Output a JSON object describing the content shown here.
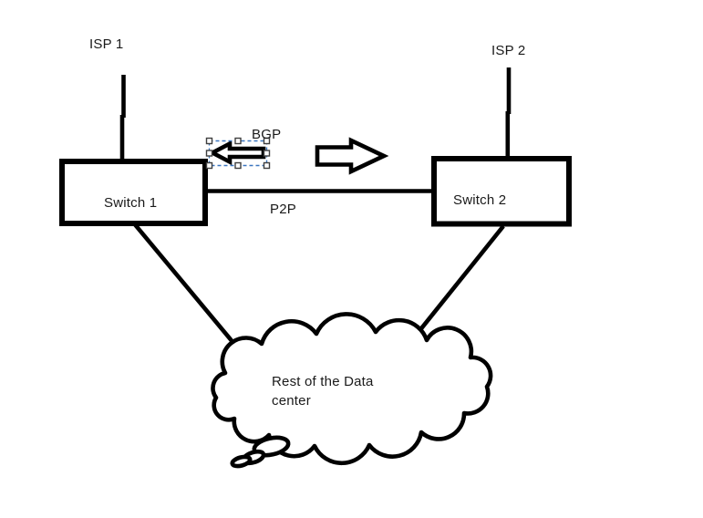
{
  "diagram": {
    "background": "#ffffff",
    "ink_color": "#000000",
    "text_color": "#1a1a1a",
    "nodes": {
      "isp1": "ISP 1",
      "isp2": "ISP 2",
      "switch1": "Switch 1",
      "switch2": "Switch 2",
      "cloud_line1": "Rest of the Data",
      "cloud_line2": "center"
    },
    "links": {
      "bgp": "BGP",
      "p2p": "P2P"
    },
    "selection": {
      "stroke": "#3b76bf",
      "handle_fill": "#ffffff",
      "handle_stroke": "#3f3f3f"
    }
  }
}
